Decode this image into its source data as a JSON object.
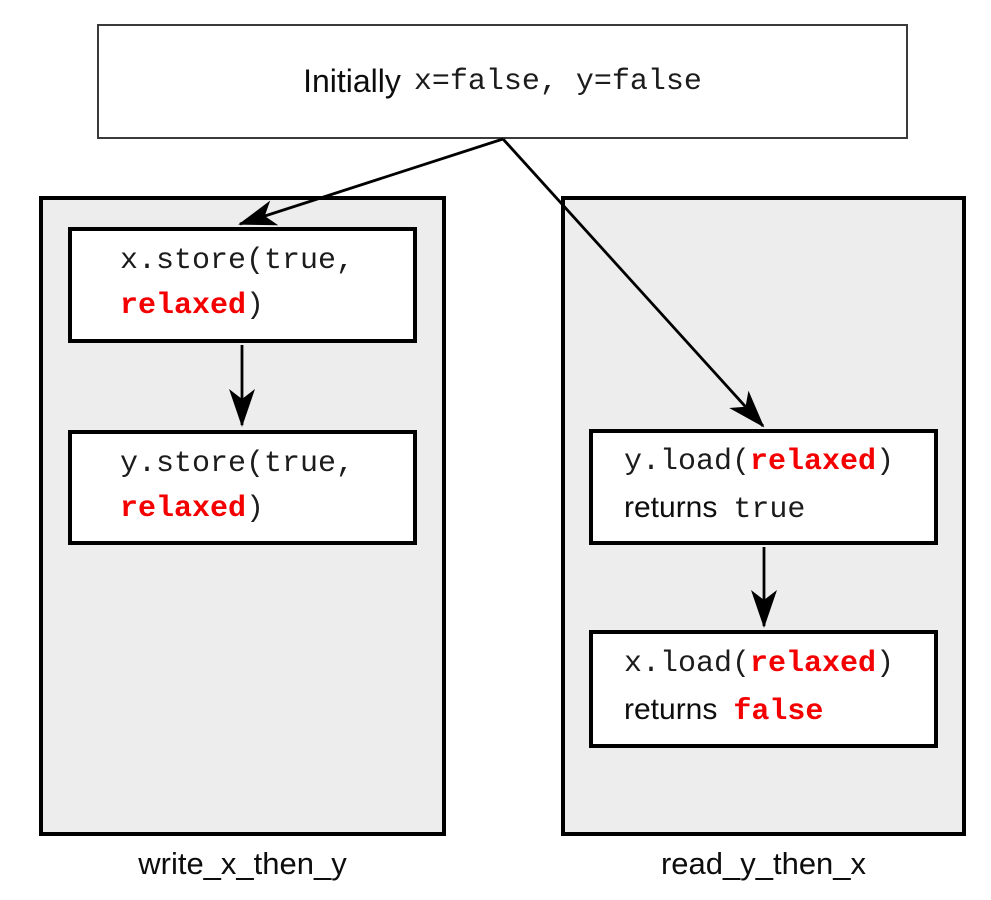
{
  "colors": {
    "accent_red": "#f40000",
    "panel_background": "#ededed",
    "box_border": "#000000",
    "top_box_border": "#3a3a3a"
  },
  "top_box": {
    "label": "Initially",
    "code": "x=false, y=false"
  },
  "panels": [
    {
      "label": "write_x_then_y",
      "boxes": [
        {
          "line1": "x.store(true,",
          "line2_red": "relaxed",
          "line2_close": ")"
        },
        {
          "line1": "y.store(true,",
          "line2_red": "relaxed",
          "line2_close": ")"
        }
      ]
    },
    {
      "label": "read_y_then_x",
      "boxes": [
        {
          "line1_open": "y.load(",
          "line1_red": "relaxed",
          "line1_close": ")",
          "line2_label": "returns",
          "line2_value": "true"
        },
        {
          "line1_open": "x.load(",
          "line1_red": "relaxed",
          "line1_close": ")",
          "line2_label": "returns",
          "line2_value": "false"
        }
      ]
    }
  ],
  "arrows": [
    {
      "from": "initial-state-box",
      "to": "x-store-node"
    },
    {
      "from": "initial-state-box",
      "to": "y-load-node"
    },
    {
      "from": "x-store-node",
      "to": "y-store-node"
    },
    {
      "from": "y-load-node",
      "to": "x-load-node"
    }
  ]
}
